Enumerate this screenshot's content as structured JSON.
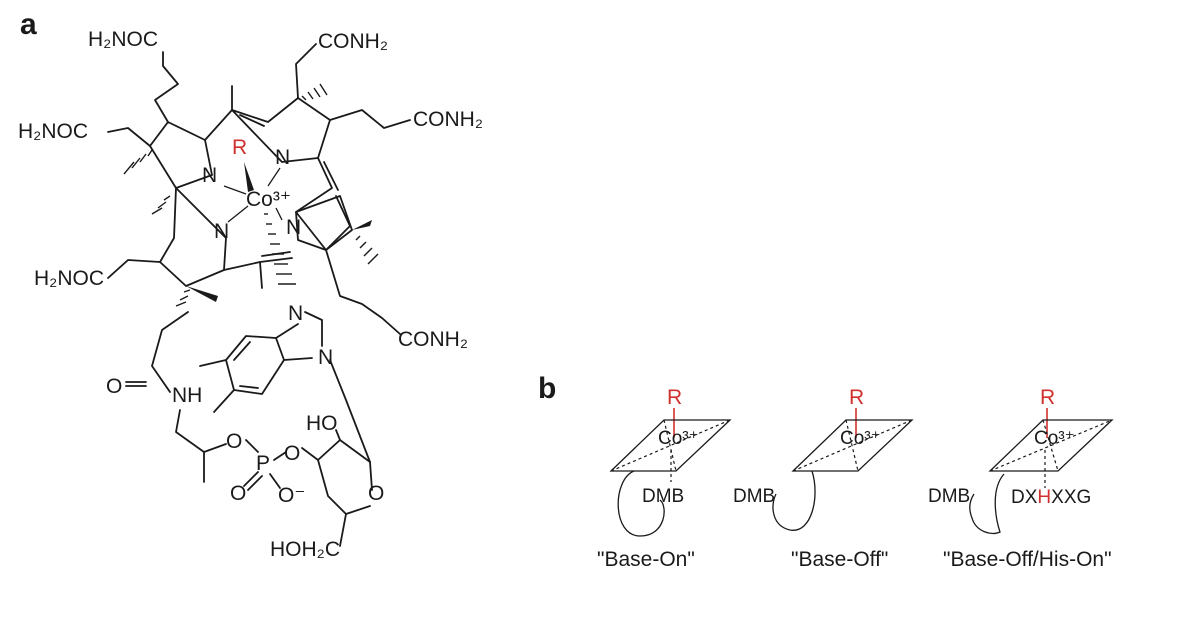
{
  "panels": {
    "a": {
      "letter": "a"
    },
    "b": {
      "letter": "b"
    }
  },
  "structure": {
    "labels": {
      "h2noc_top": "H₂NOC",
      "conh2_top": "CONH₂",
      "h2noc_left": "H₂NOC",
      "conh2_right": "CONH₂",
      "h2noc_lower": "H₂NOC",
      "conh2_lower": "CONH₂",
      "r_axial": "R",
      "cobalt": "Co³⁺",
      "n1": "N",
      "n2": "N",
      "n3": "N",
      "n4": "N",
      "n_bzim1": "N",
      "n_bzim2": "N",
      "o_amide": "O",
      "nh_amide": "NH",
      "ho_ribose": "HO",
      "o_link1": "O",
      "p": "P",
      "o_link2": "O",
      "o_dbl": "O",
      "o_minus": "O⁻",
      "o_ring": "O",
      "hoh2c": "HOH₂C"
    },
    "colors": {
      "highlight": "#d0312d",
      "ink": "#1a1a1a"
    }
  },
  "schemes": [
    {
      "caption": "\"Base-On\"",
      "axial": "R",
      "metal": "Co³⁺",
      "base": "DMB"
    },
    {
      "caption": "\"Base-Off\"",
      "axial": "R",
      "metal": "Co³⁺",
      "base": "DMB"
    },
    {
      "caption": "\"Base-Off/His-On\"",
      "axial": "R",
      "metal": "Co³⁺",
      "base": "DMB",
      "motif_pre": "DX",
      "motif_his": "H",
      "motif_post": "XXG"
    }
  ]
}
